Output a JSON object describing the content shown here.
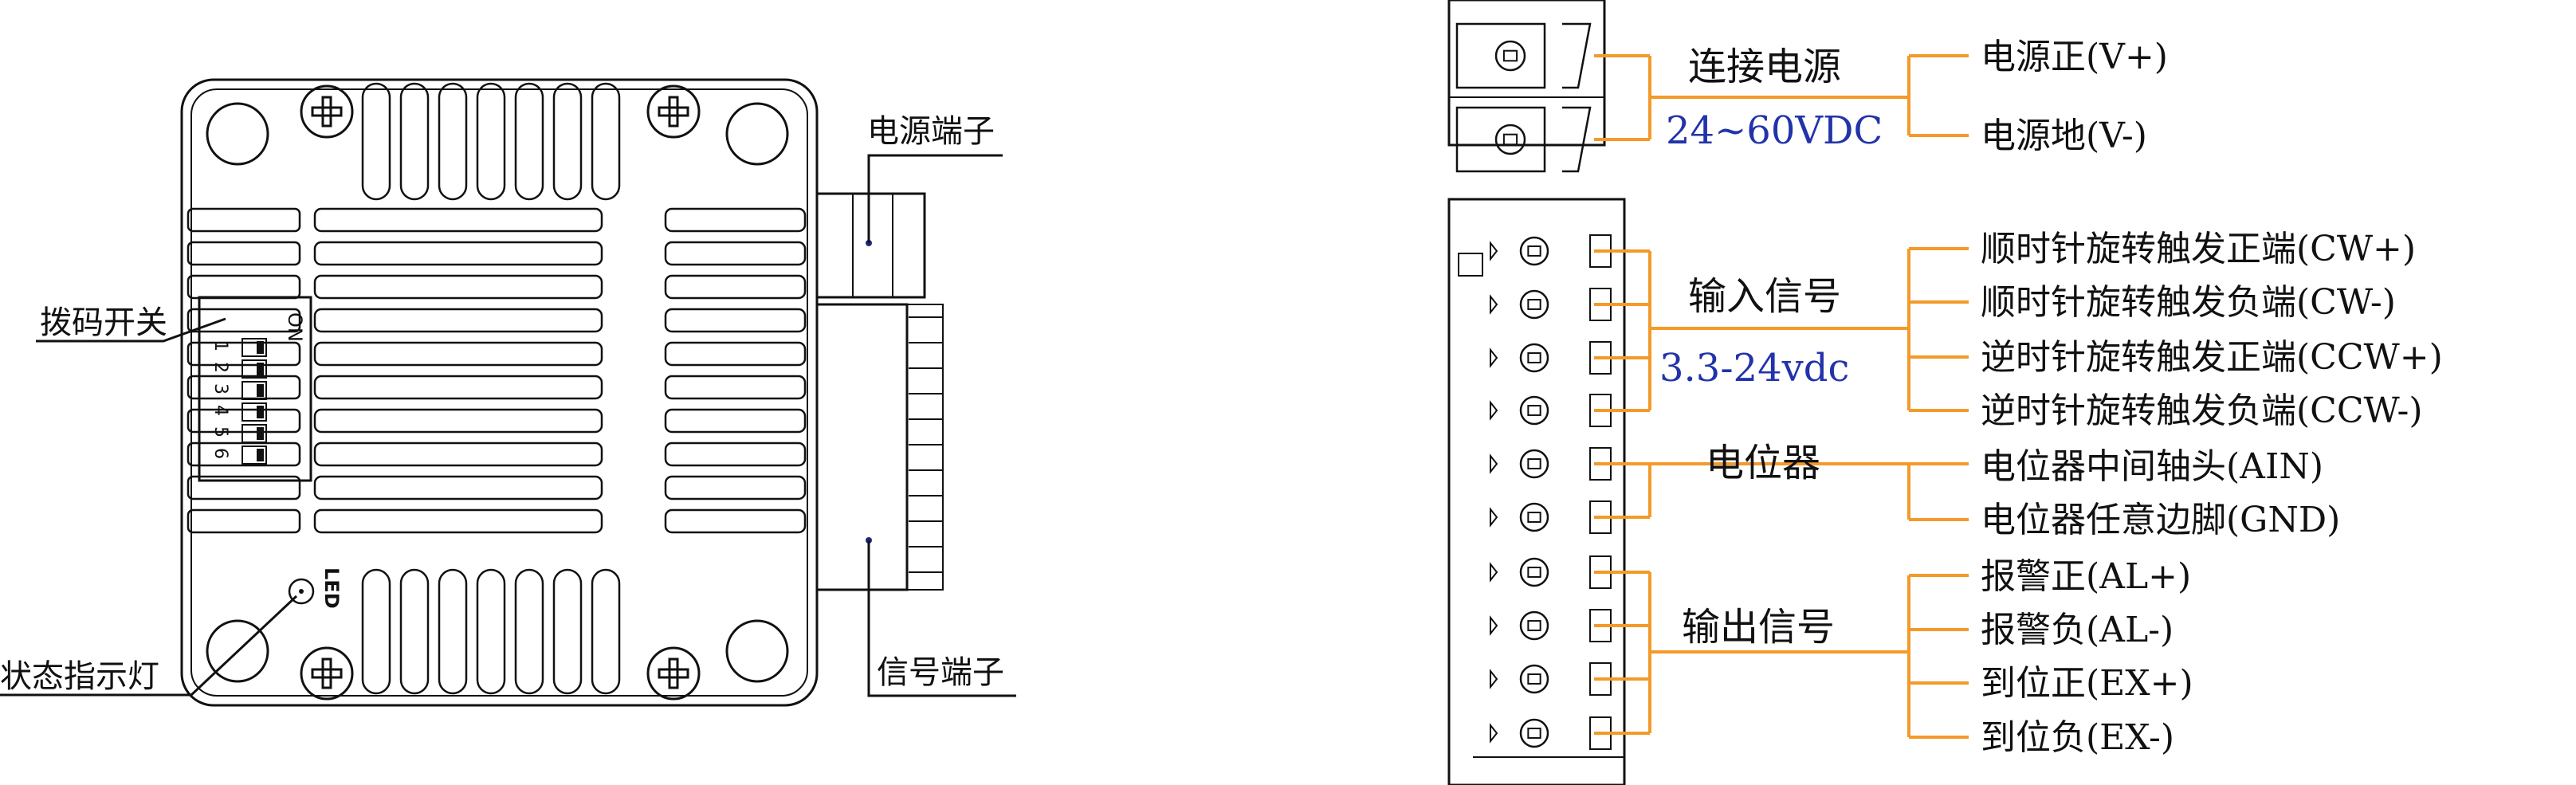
{
  "colors": {
    "line": "#111111",
    "leader": "#f39a2a",
    "voltage": "#2233aa"
  },
  "left": {
    "labels": {
      "dip_switch": "拨码开关",
      "status_led": "状态指示灯",
      "power_terminal": "电源端子",
      "signal_terminal": "信号端子"
    },
    "dip": {
      "on": "ON",
      "numbers": [
        "1",
        "2",
        "3",
        "4",
        "5",
        "6"
      ]
    },
    "led_text": "LED"
  },
  "right": {
    "power": {
      "group": "连接电源",
      "voltage": "24~60VDC",
      "signals": [
        "电源正(V+)",
        "电源地(V-)"
      ]
    },
    "input": {
      "group": "输入信号",
      "voltage": "3.3-24vdc",
      "signals": [
        "顺时针旋转触发正端(CW+)",
        "顺时针旋转触发负端(CW-)",
        "逆时针旋转触发正端(CCW+)",
        "逆时针旋转触发负端(CCW-)"
      ]
    },
    "pot": {
      "group": "电位器",
      "signals": [
        "电位器中间轴头(AIN)",
        "电位器任意边脚(GND)"
      ]
    },
    "output": {
      "group": "输出信号",
      "signals": [
        "报警正(AL+)",
        "报警负(AL-)",
        "到位正(EX+)",
        "到位负(EX-)"
      ]
    }
  }
}
